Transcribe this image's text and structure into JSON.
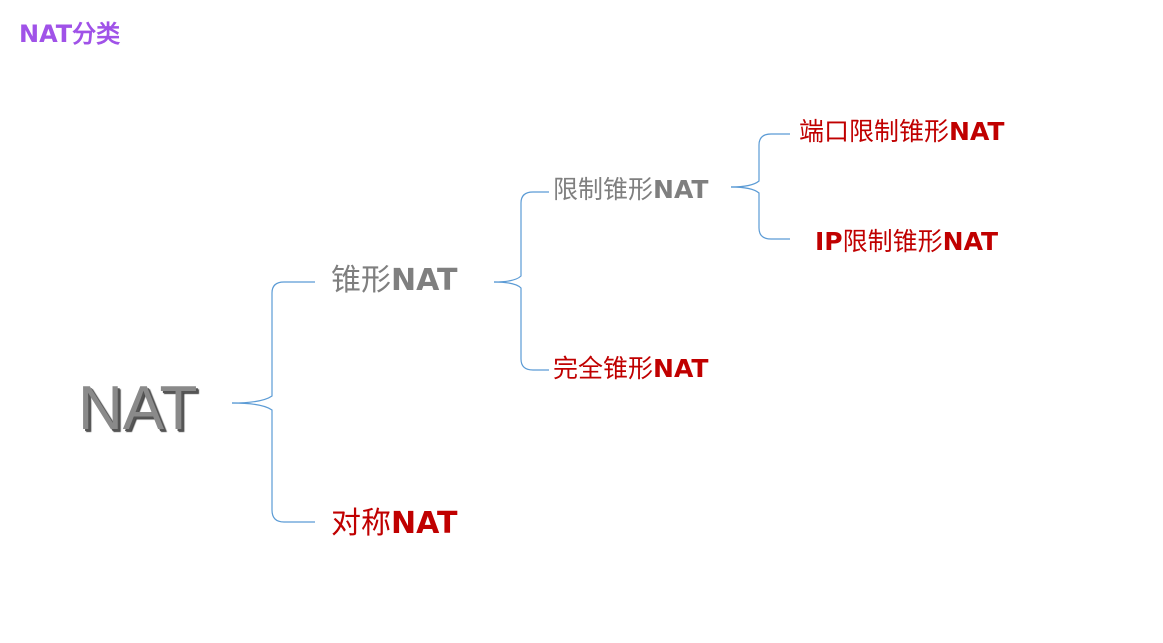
{
  "slide": {
    "title": "NAT分类",
    "colors": {
      "title": "#a052e8",
      "bracket": "#5b9bd5",
      "gray_node": "#7f7f7f",
      "red_node": "#c00000"
    }
  },
  "tree": {
    "root": {
      "label": "NAT"
    },
    "cone": {
      "prefix": "锥形",
      "suffix": "NAT"
    },
    "symmetric": {
      "prefix": "对称",
      "suffix": "NAT"
    },
    "restricted_cone": {
      "prefix": "限制锥形",
      "suffix": "NAT"
    },
    "full_cone": {
      "prefix": "完全锥形",
      "suffix": "NAT"
    },
    "port_restricted_cone": {
      "prefix": "端口限制锥形",
      "suffix": "NAT"
    },
    "ip_restricted_cone": {
      "prefix": "IP",
      "mid": "限制锥形",
      "suffix": "NAT"
    }
  }
}
